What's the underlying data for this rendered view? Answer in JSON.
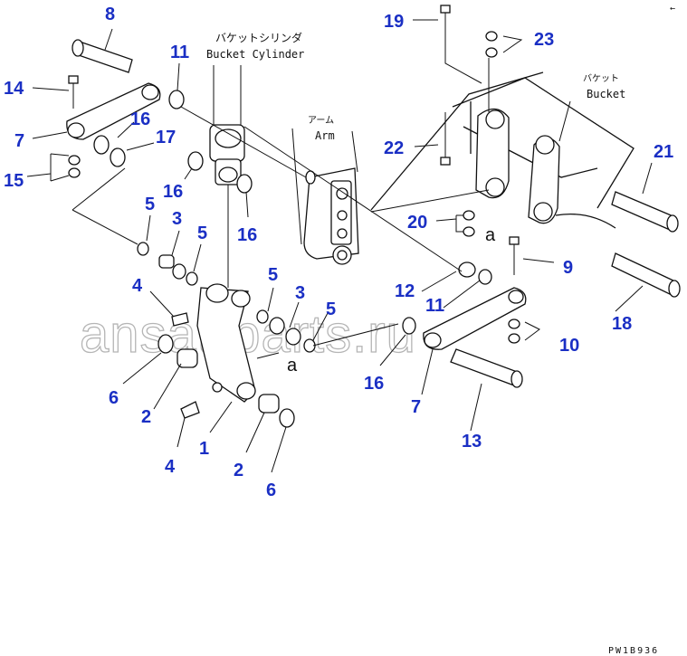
{
  "labels": {
    "bucket_cylinder_jp": "バケットシリンダ",
    "bucket_cylinder_en": "Bucket Cylinder",
    "arm_jp": "アーム",
    "arm_en": "Arm",
    "bucket_jp": "バケット",
    "bucket_en": "Bucket"
  },
  "reference_mark": "a",
  "watermark": "ansat-parts.ru",
  "drawing_code": "PW1B936",
  "corner_mark": "←",
  "part_numbers": {
    "n1": "1",
    "n2a": "2",
    "n2b": "2",
    "n3a": "3",
    "n3b": "3",
    "n4a": "4",
    "n4b": "4",
    "n5a": "5",
    "n5b": "5",
    "n5c": "5",
    "n5d": "5",
    "n6a": "6",
    "n6b": "6",
    "n7a": "7",
    "n7b": "7",
    "n8": "8",
    "n9": "9",
    "n10": "10",
    "n11a": "11",
    "n11b": "11",
    "n12": "12",
    "n13": "13",
    "n14": "14",
    "n15": "15",
    "n16a": "16",
    "n16b": "16",
    "n16c": "16",
    "n16d": "16",
    "n17": "17",
    "n18": "18",
    "n19": "19",
    "n20": "20",
    "n21": "21",
    "n22": "22",
    "n23": "23"
  }
}
